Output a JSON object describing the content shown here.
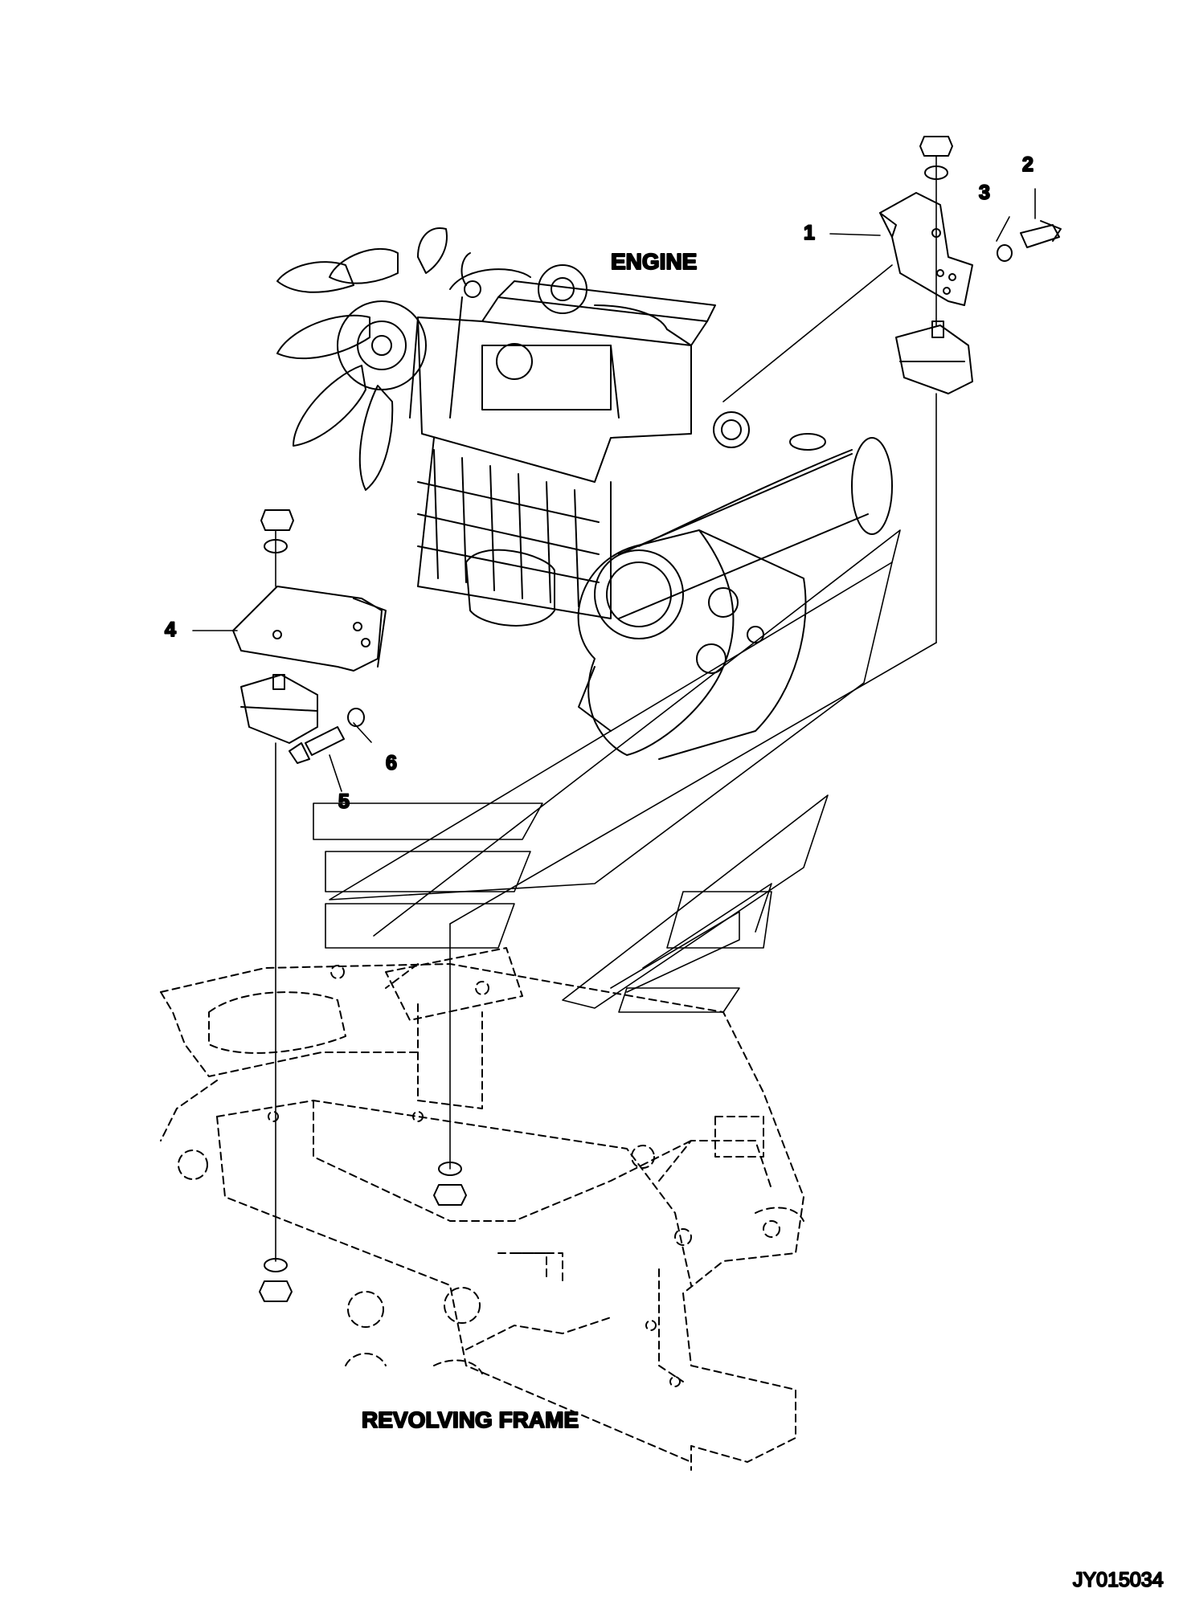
{
  "labels": {
    "engine": "ENGINE",
    "revolving_frame": "REVOLVING FRAME",
    "drawing_code": "JY015034"
  },
  "callouts": [
    "1",
    "2",
    "3",
    "4",
    "5",
    "6"
  ],
  "colors": {
    "ink": "#000000",
    "paper": "#ffffff"
  }
}
